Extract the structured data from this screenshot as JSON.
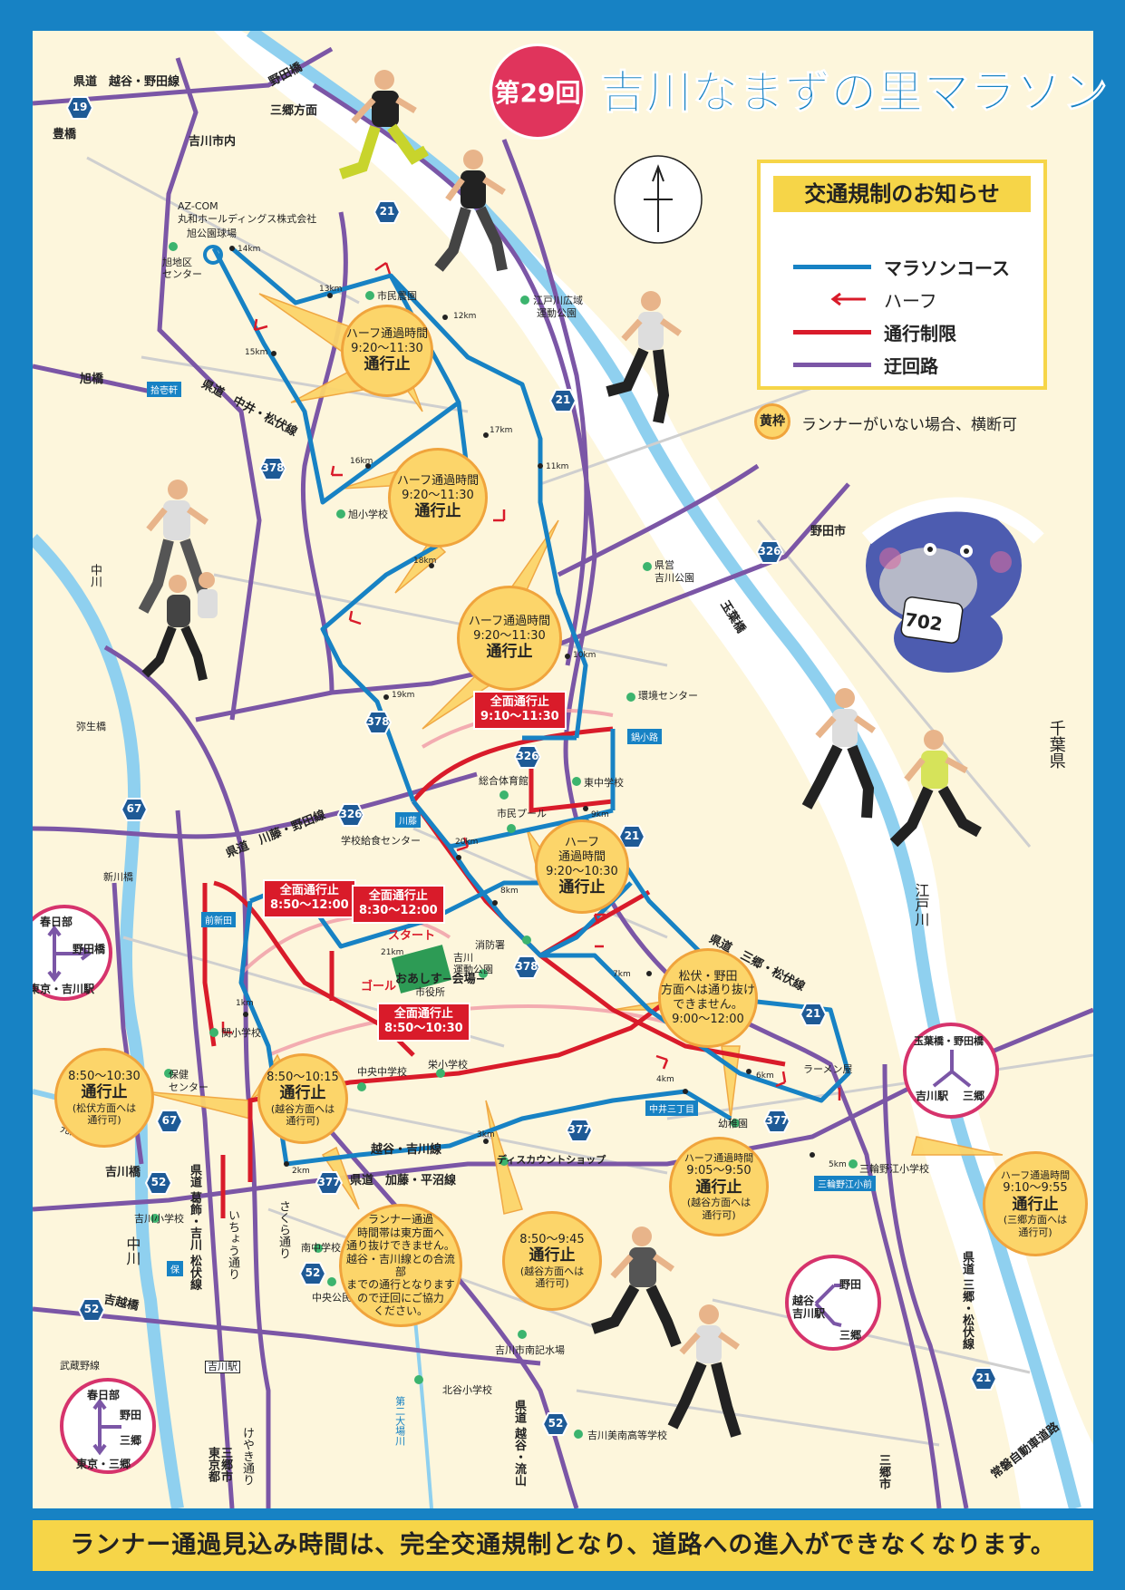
{
  "title": {
    "edition": "第29回",
    "name": "吉川なまずの里マラソン"
  },
  "legend": {
    "heading": "交通規制のお知らせ",
    "items": [
      {
        "label": "マラソンコース",
        "color": "#1782c4"
      },
      {
        "label": "ハーフ",
        "color": "#d91b2a"
      },
      {
        "label": "通行制限",
        "color": "#d91b2a"
      },
      {
        "label": "迂回路",
        "color": "#7b56a6"
      }
    ],
    "yellow_frame": {
      "badge": "黄枠",
      "text": "ランナーがいない場合、横断可"
    }
  },
  "mascot_bib": "702",
  "footer": "ランナー通過見込み時間は、完全交通規制となり、道路への進入ができなくなります。",
  "route_shields": [
    {
      "num": "19"
    },
    {
      "num": "21"
    },
    {
      "num": "21"
    },
    {
      "num": "378"
    },
    {
      "num": "326"
    },
    {
      "num": "378"
    },
    {
      "num": "326"
    },
    {
      "num": "326"
    },
    {
      "num": "21"
    },
    {
      "num": "67"
    },
    {
      "num": "378"
    },
    {
      "num": "21"
    },
    {
      "num": "67"
    },
    {
      "num": "377"
    },
    {
      "num": "377"
    },
    {
      "num": "377"
    },
    {
      "num": "52"
    },
    {
      "num": "52"
    },
    {
      "num": "52"
    },
    {
      "num": "52"
    },
    {
      "num": "21"
    }
  ],
  "bubbles": [
    {
      "l1": "ハーフ通過時間",
      "l2": "9:20〜11:30",
      "l3": "通行止"
    },
    {
      "l1": "ハーフ通過時間",
      "l2": "9:20〜11:30",
      "l3": "通行止"
    },
    {
      "l1": "ハーフ通過時間",
      "l2": "9:20〜11:30",
      "l3": "通行止"
    },
    {
      "l1": "ハーフ",
      "l2": "通過時間",
      "l3": "9:20〜10:30",
      "l4": "通行止"
    },
    {
      "l1": "松伏・野田",
      "l2": "方面へは通り抜け",
      "l3": "できません。",
      "l4": "9:00〜12:00"
    },
    {
      "l1": "8:50〜10:30",
      "l2": "通行止",
      "l3": "(松伏方面へは",
      "l4": "通行可)"
    },
    {
      "l1": "8:50〜10:15",
      "l2": "通行止",
      "l3": "(越谷方面へは",
      "l4": "通行可)"
    },
    {
      "l1": "ランナー通過",
      "l2": "時間帯は東方面へ",
      "l3": "通り抜けできません。",
      "l4": "越谷・吉川線との合流部",
      "l5": "までの通行となります",
      "l6": "ので迂回にご協力",
      "l7": "ください。"
    },
    {
      "l1": "8:50〜9:45",
      "l2": "通行止",
      "l3": "(越谷方面へは",
      "l4": "通行可)"
    },
    {
      "l1": "ハーフ通過時間",
      "l2": "9:05〜9:50",
      "l3": "通行止",
      "l4": "(越谷方面へは",
      "l5": "通行可)"
    },
    {
      "l1": "ハーフ通過時間",
      "l2": "9:10〜9:55",
      "l3": "通行止",
      "l4": "(三郷方面へは",
      "l5": "通行可)"
    }
  ],
  "red_boxes": [
    {
      "l1": "全面通行止",
      "l2": "9:10〜11:30"
    },
    {
      "l1": "全面通行止",
      "l2": "8:50〜12:00"
    },
    {
      "l1": "全面通行止",
      "l2": "8:30〜12:00"
    },
    {
      "l1": "全面通行止",
      "l2": "8:50〜10:30"
    }
  ],
  "direction_circles": [
    {
      "a": "春日部",
      "b": "野田橋",
      "c": "東京・吉川駅"
    },
    {
      "a": "玉葉橋・野田橋",
      "b": "吉川駅",
      "c": "三郷"
    },
    {
      "a": "野田",
      "b": "越谷",
      "c": "吉川駅",
      "d": "三郷"
    },
    {
      "a": "春日部",
      "b": "野田",
      "c": "三郷",
      "d": "東京・三郷"
    }
  ],
  "labels": {
    "road_koshigaya_noda": "県道　越谷・野田線",
    "noda_bashi": "野田橋",
    "misato_houmen": "三郷方面",
    "toyohashi": "豊橋",
    "yoshikawa_shinai": "吉川市内",
    "azcom1": "AZ-COM",
    "azcom2": "丸和ホールディングス株式会社",
    "kyubo": "旭公園球場",
    "asahi_center1": "旭地区",
    "asahi_center2": "センター",
    "shimin_nouen": "市民農園",
    "edogawa_park1": "江戸川広域",
    "edogawa_park2": "運動公園",
    "asahibashi": "旭橋",
    "shoreiken": "拾壱軒",
    "road_nakai_matsubushi": "県道　中井・松伏線",
    "asahi_school": "旭小学校",
    "noda_shi": "野田市",
    "kenei_park1": "県営",
    "kenei_park2": "吉川公園",
    "gyokuyoubashi": "玉葉橋",
    "chiba": "千葉県",
    "yayoibashi": "弥生橋",
    "kankyo": "環境センター",
    "nabekoji": "鍋小路",
    "sougou_taiikukan": "総合体育館",
    "higashi_naka": "東中学校",
    "shimin_pool": "市民プール",
    "kawafuji": "川藤",
    "road_kawafuji_noda": "県道　川藤・野田線",
    "kyushoku": "学校給食センター",
    "shinkawabashi": "新川橋",
    "kasukabe_n": "中川",
    "maeshinden": "前新田",
    "start": "スタート",
    "goal": "ゴール",
    "kaijo1": "おあしす−会場−",
    "kaijo2": "市役所",
    "shobosho": "消防署",
    "yoshikawa_undou1": "吉川",
    "yoshikawa_undou2": "運動公園",
    "road_misato_matsubushi": "県道　三郷・松伏線",
    "ramen": "ラーメン屋",
    "edogawa": "江戸川",
    "seki_school": "関小学校",
    "hoken1": "保健",
    "hoken2": "センター",
    "chuo_jhs": "中央中学校",
    "sakae_es": "栄小学校",
    "nakaisanchome": "中井三丁目",
    "youchien": "幼稚園",
    "motoarakawa": "元荒川",
    "koshigaya_yoshikawa": "越谷・吉川線",
    "road_kato_hirasanuma": "県道　加藤・平沼線",
    "discount": "ディスカウントショップ",
    "misawa_edo": "三輪野江小前",
    "misawa_es": "三輪野江小学校",
    "yoshikawabashi": "吉川橋",
    "road_katsushika": "県道 葛飾・吉川 松伏線",
    "icho": "いちょう通り",
    "sakura": "さくら通り",
    "yoshikawa_es": "吉川小学校",
    "minami_jhs": "南中学校",
    "chuo_kominkan": "中央公民館",
    "kinen_suien": "吉川市南記水場",
    "kitaya_es": "北谷小学校",
    "bigei_hs": "吉川美南高等学校",
    "yoshikoshibashi": "吉越橋",
    "musashino": "武蔵野線",
    "yoshikawa_eki": "吉川駅",
    "tokyo": "東京都",
    "misato_shi_left": "三郷市",
    "keyaki": "けやき通り",
    "daijo": "第二大場川",
    "road_koshigaya_nagareyama": "県道 越谷・流山",
    "misato_shi_right": "三郷市",
    "joban": "常磐自動車道路",
    "road_misato_matsubushi2": "県道 三郷・松伏線",
    "nakagawa": "中川",
    "ho": "保"
  },
  "km_marks": [
    "14km",
    "13km",
    "12km",
    "15km",
    "17km",
    "11km",
    "16km",
    "18km",
    "10km",
    "19km",
    "9km",
    "20km",
    "21km",
    "8km",
    "7km",
    "1km",
    "6km",
    "4km",
    "5km",
    "3km",
    "2km"
  ]
}
